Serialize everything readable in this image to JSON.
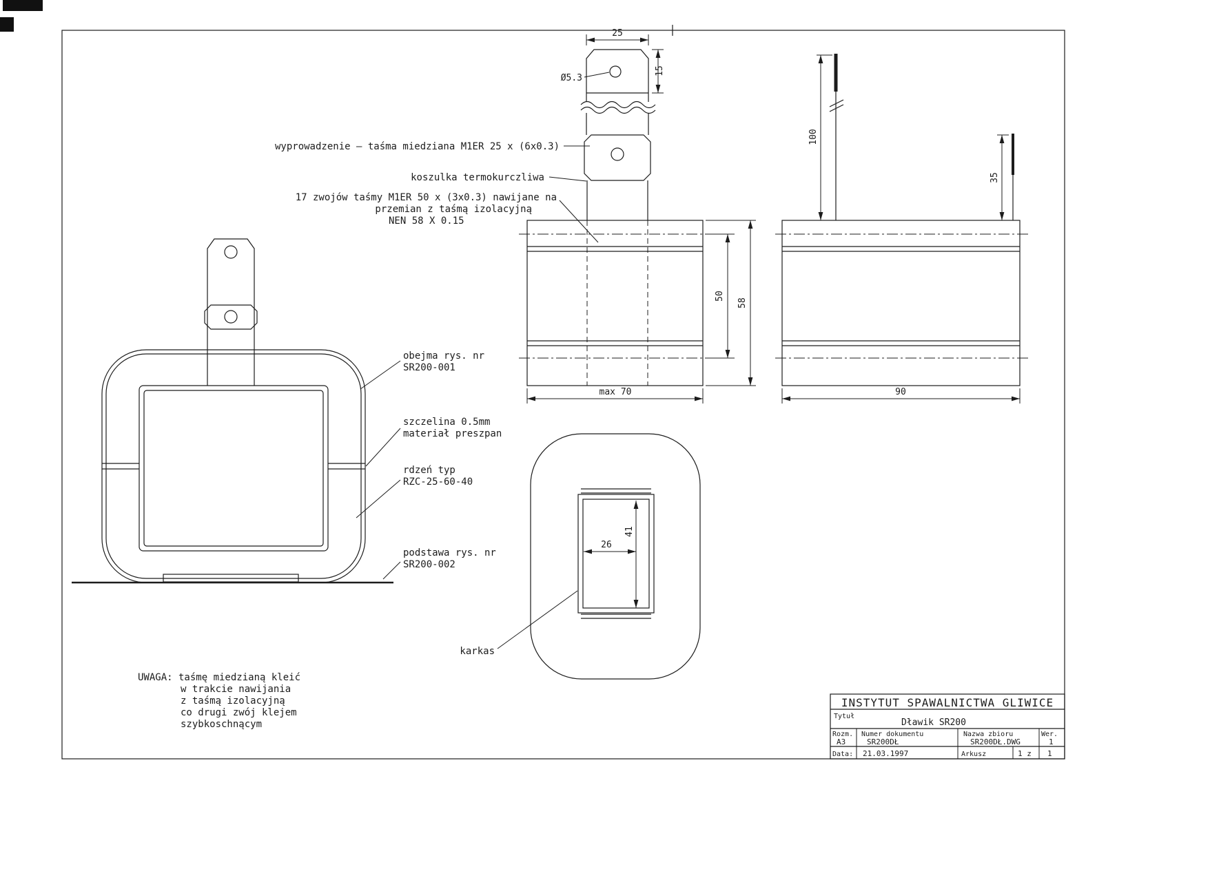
{
  "annotations": {
    "lead_out": "wyprowadzenie – taśma miedziana M1ER 25 x (6x0.3)",
    "sleeve": "koszulka termokurczliwa",
    "winding1": "17 zwojów taśmy M1ER 50 x (3x0.3) nawijane na",
    "winding2": "przemian z taśmą izolacyjną",
    "winding3": "NEN 58 X 0.15",
    "clamp1": "obejma rys. nr",
    "clamp2": "SR200-001",
    "gap1": "szczelina 0.5mm",
    "gap2": "materiał preszpan",
    "core1": "rdzeń typ",
    "core2": "RZC-25-60-40",
    "base1": "podstawa rys. nr",
    "base2": "SR200-002",
    "bobbin": "karkas",
    "note1": "UWAGA:  taśmę miedzianą kleić",
    "note2": "w trakcie nawijania",
    "note3": "z taśmą izolacyjną",
    "note4": "co drugi zwój klejem",
    "note5": "szybkoschnącym"
  },
  "dims": {
    "d25": "25",
    "d15": "15",
    "hole": "Ø5.3",
    "d50": "50",
    "d58": "58",
    "dmax70": "max 70",
    "d100": "100",
    "d35": "35",
    "d90": "90",
    "d26": "26",
    "d41": "41"
  },
  "title_block": {
    "institute": "INSTYTUT SPAWALNICTWA  GLIWICE",
    "tytul_label": "Tytuł",
    "tytul_value": "Dławik SR200",
    "rozm_label": "Rozm.",
    "rozm_value": "A3",
    "numer_label": "Numer dokumentu",
    "numer_value": "SR200DŁ",
    "nazwa_label": "Nazwa zbioru",
    "nazwa_value": "SR200DŁ.DWG",
    "wer_label": "Wer.",
    "wer_value": "1",
    "data_label": "Data:",
    "data_value": "21.03.1997",
    "arkusz_label": "Arkusz",
    "arkusz_of": "1 z",
    "arkusz_total": "1"
  }
}
